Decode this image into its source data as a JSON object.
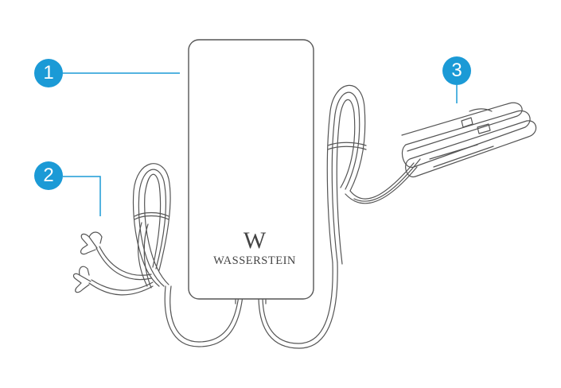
{
  "colors": {
    "accent": "#1b9ad6",
    "line": "#555555"
  },
  "callouts": [
    {
      "number": "1",
      "part": "power-adapter"
    },
    {
      "number": "2",
      "part": "fork-terminal-wires"
    },
    {
      "number": "3",
      "part": "cable-clip"
    }
  ],
  "device": {
    "brand_mark": "W",
    "brand_name": "WASSERSTEIN"
  }
}
